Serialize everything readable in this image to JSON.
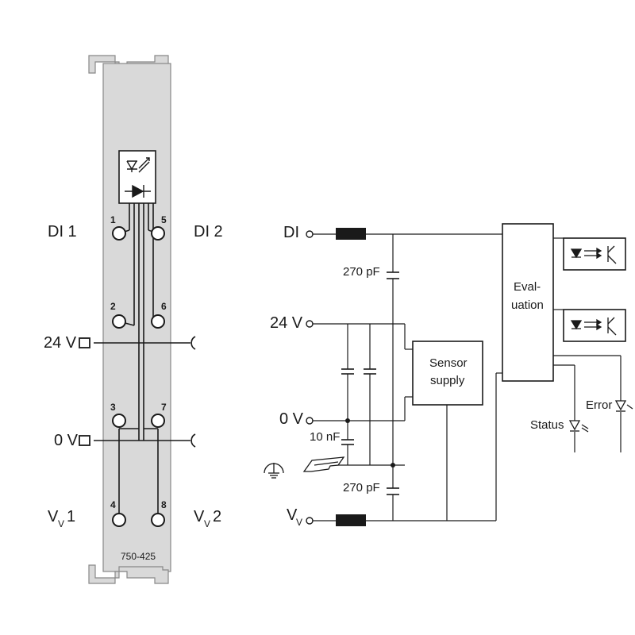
{
  "module": {
    "part_number": "750-425",
    "channels": {
      "di1": "DI 1",
      "di2": "DI 2",
      "v24": "24 V",
      "v0": "0 V",
      "vv1_main": "V",
      "vv1_sub": "V",
      "vv1_num": "1",
      "vv2_main": "V",
      "vv2_sub": "V",
      "vv2_num": "2"
    },
    "terminal_numbers": [
      "1",
      "5",
      "2",
      "6",
      "3",
      "7",
      "4",
      "8"
    ]
  },
  "schematic": {
    "inputs": {
      "di": "DI",
      "v24": "24 V",
      "v0": "0 V",
      "vv_main": "V",
      "vv_sub": "V"
    },
    "capacitors": {
      "c_top": "270 pF",
      "c_mid": "10 nF",
      "c_bottom": "270 pF"
    },
    "blocks": {
      "sensor_line1": "Sensor",
      "sensor_line2": "supply",
      "eval_line1": "Eval-",
      "eval_line2": "uation"
    },
    "leds": {
      "status": "Status",
      "error": "Error"
    },
    "colors": {
      "rail": "#d9d9d9",
      "line": "#1a1a1a"
    }
  }
}
